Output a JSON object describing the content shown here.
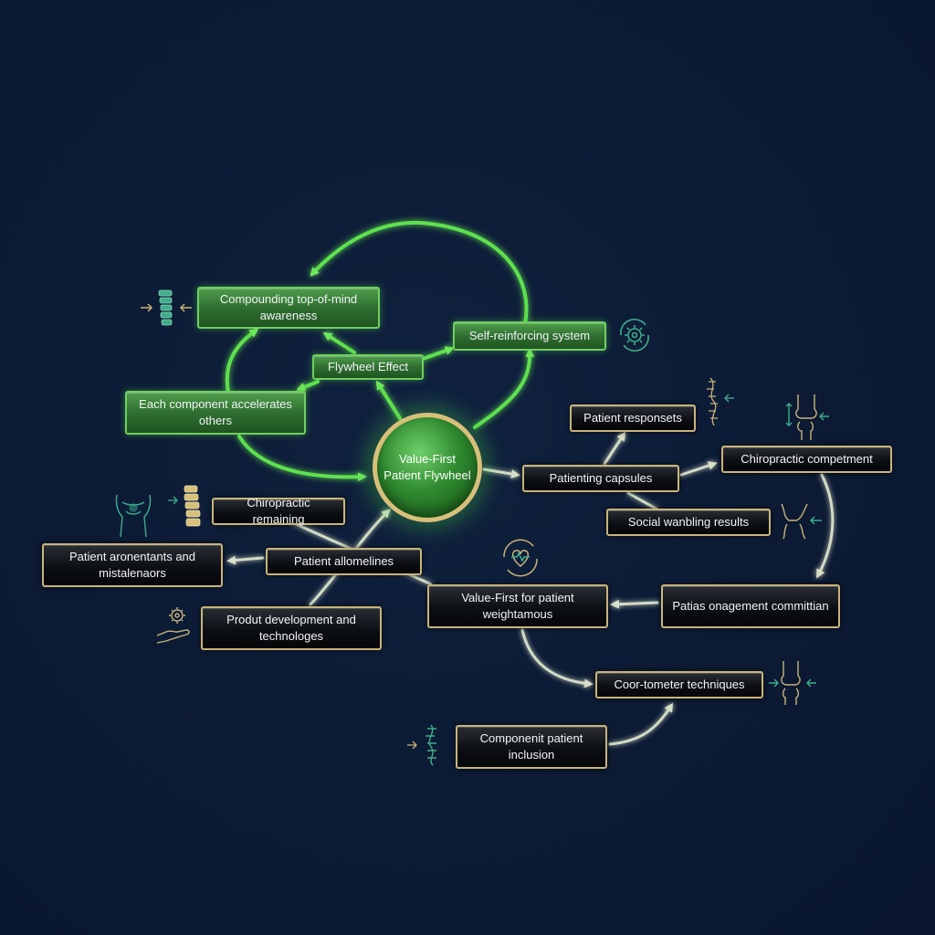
{
  "hub": {
    "label": "Value-First Patient Flywheel"
  },
  "green_nodes": {
    "compounding": "Compounding top-of-mind awareness",
    "self_reinforcing": "Self-reinforcing system",
    "flywheel_effect": "Flywheel Effect",
    "each_component": "Each component accelerates others"
  },
  "dark_nodes": {
    "patient_responsets": "Patient responsets",
    "chiropractic_competment": "Chiropractic competment",
    "patienting_capsules": "Patienting capsules",
    "social_wanbling": "Social wanbling results",
    "chiropractic_remaining": "Chiropractic remaining",
    "patient_aronentants": "Patient aronentants and mistalenaors",
    "patient_allomelines": "Patient allomelines",
    "produt_development": "Produt development and technologes",
    "value_first_weightamous": "Value-First for patient weightamous",
    "patias_management": "Patias onagement committian",
    "coor_tometer": "Coor-tometer techniques",
    "component_inclusion": "Componenit patient inclusion"
  },
  "icons": [
    "spine-left-icon",
    "gear-cycle-icon",
    "spine-right-icon",
    "knee-joint-icon",
    "torso-icon",
    "spine-segment-icon",
    "heart-cycle-icon",
    "knee-side-icon",
    "hand-gear-icon",
    "knee-joint-lower-icon",
    "spine-lower-icon"
  ],
  "colors": {
    "background": "#0c1a33",
    "green_arrow": "#5fe04f",
    "dark_node_border": "#c9b47a",
    "glow_arrow": "#e6f0d8"
  }
}
